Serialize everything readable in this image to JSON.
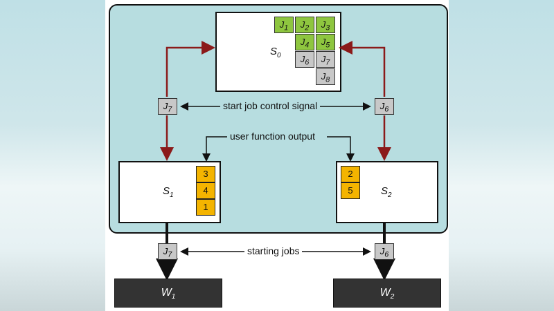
{
  "s0": {
    "label_main": "S",
    "label_sub": "0"
  },
  "s1": {
    "label_main": "S",
    "label_sub": "1",
    "queue": [
      "3",
      "4",
      "1"
    ]
  },
  "s2": {
    "label_main": "S",
    "label_sub": "2",
    "queue": [
      "2",
      "5"
    ]
  },
  "jobs_green": [
    {
      "main": "J",
      "sub": "1"
    },
    {
      "main": "J",
      "sub": "2"
    },
    {
      "main": "J",
      "sub": "3"
    },
    {
      "main": "J",
      "sub": "4"
    },
    {
      "main": "J",
      "sub": "5"
    }
  ],
  "jobs_grey": [
    {
      "main": "J",
      "sub": "6"
    },
    {
      "main": "J",
      "sub": "7"
    },
    {
      "main": "J",
      "sub": "8"
    }
  ],
  "tokens": {
    "left_top": {
      "main": "J",
      "sub": "7"
    },
    "right_top": {
      "main": "J",
      "sub": "6"
    },
    "left_bottom": {
      "main": "J",
      "sub": "7"
    },
    "right_bottom": {
      "main": "J",
      "sub": "6"
    }
  },
  "labels": {
    "start_job_control_signal": "start job control signal",
    "user_function_output": "user function output",
    "starting_jobs": "starting jobs"
  },
  "workers": [
    {
      "main": "W",
      "sub": "1"
    },
    {
      "main": "W",
      "sub": "2"
    }
  ],
  "colors": {
    "container": "#b7dde0",
    "job_done": "#8ec63f",
    "job_pending": "#c8c8c8",
    "queue_item": "#f4b400",
    "control_arrow": "#8b1a1a",
    "worker": "#333333"
  }
}
